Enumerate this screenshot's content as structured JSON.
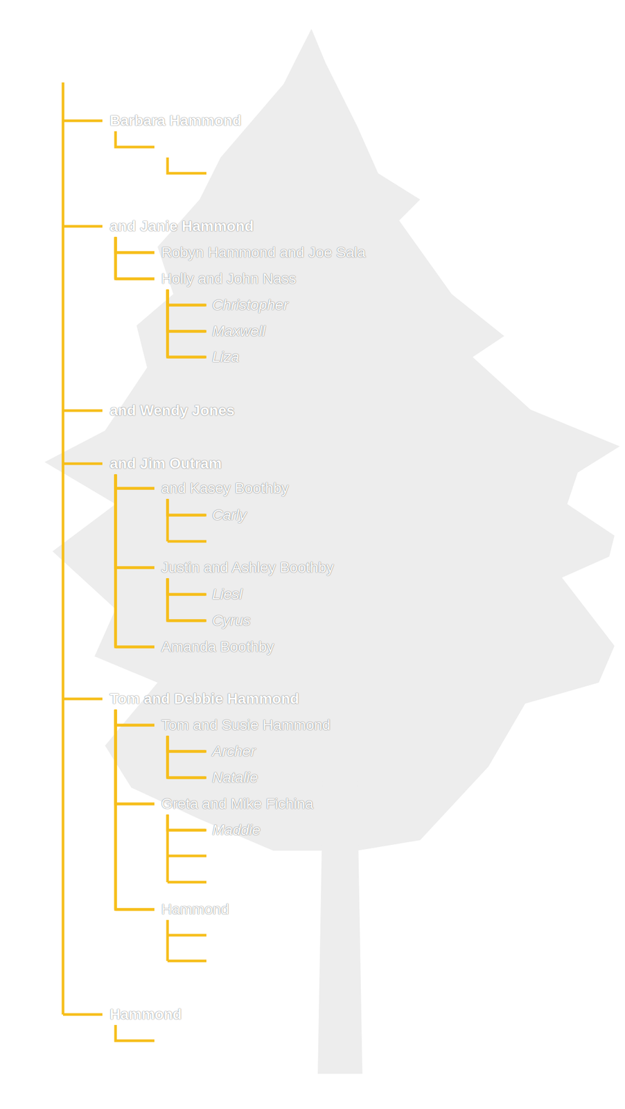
{
  "diagram": {
    "nodes": [
      {
        "text": [
          "Barbara Hammond"
        ]
      },
      {
        "text": [
          "and Janie Hammond"
        ]
      },
      {
        "text": [
          "Robyn Hammond and Joe Sala"
        ]
      },
      {
        "text": [
          "Holly and John Nass"
        ]
      },
      {
        "text": [
          "Christopher"
        ]
      },
      {
        "text": [
          "Maxwell"
        ]
      },
      {
        "text": [
          "Liza"
        ]
      },
      {
        "text": [
          "and Wendy Jones"
        ]
      },
      {
        "text": [
          "and Jim Outram"
        ]
      },
      {
        "text": [
          "and Kasey Boothby"
        ]
      },
      {
        "text": [
          "Carly"
        ]
      },
      {
        "text": [
          "Justin and Ashley Boothby"
        ]
      },
      {
        "text": [
          "Liesl"
        ]
      },
      {
        "text": [
          "Cyrus"
        ]
      },
      {
        "text": [
          "Amanda Boothby"
        ]
      },
      {
        "text": [
          "Tom and Debbie Hammond"
        ]
      },
      {
        "text": [
          "Tom and Susie Hammond"
        ]
      },
      {
        "text": [
          "Archer"
        ]
      },
      {
        "text": [
          "Natalie"
        ]
      },
      {
        "text": [
          "Greta and Mike Fichina"
        ]
      },
      {
        "text": [
          "Maddie"
        ]
      },
      {
        "text": [
          "Hammond"
        ]
      },
      {
        "text": [
          "Hammond"
        ]
      }
    ],
    "edges": [
      {
        "from": 1,
        "to": 2,
        "arrow": "none"
      },
      {
        "from": 1,
        "to": 3,
        "arrow": "none"
      },
      {
        "from": 3,
        "to": 4,
        "arrow": "none"
      },
      {
        "from": 3,
        "to": 5,
        "arrow": "none"
      },
      {
        "from": 3,
        "to": 6,
        "arrow": "none"
      },
      {
        "from": 8,
        "to": 9,
        "arrow": "none"
      },
      {
        "from": 9,
        "to": 10,
        "arrow": "none"
      },
      {
        "from": 8,
        "to": 11,
        "arrow": "none"
      },
      {
        "from": 11,
        "to": 12,
        "arrow": "none"
      },
      {
        "from": 11,
        "to": 13,
        "arrow": "none"
      },
      {
        "from": 8,
        "to": 14,
        "arrow": "none"
      },
      {
        "from": 15,
        "to": 16,
        "arrow": "none"
      },
      {
        "from": 16,
        "to": 17,
        "arrow": "none"
      },
      {
        "from": 16,
        "to": 18,
        "arrow": "none"
      },
      {
        "from": 15,
        "to": 19,
        "arrow": "none"
      },
      {
        "from": 19,
        "to": 20,
        "arrow": "none"
      },
      {
        "from": 15,
        "to": 21,
        "arrow": "none"
      }
    ]
  }
}
